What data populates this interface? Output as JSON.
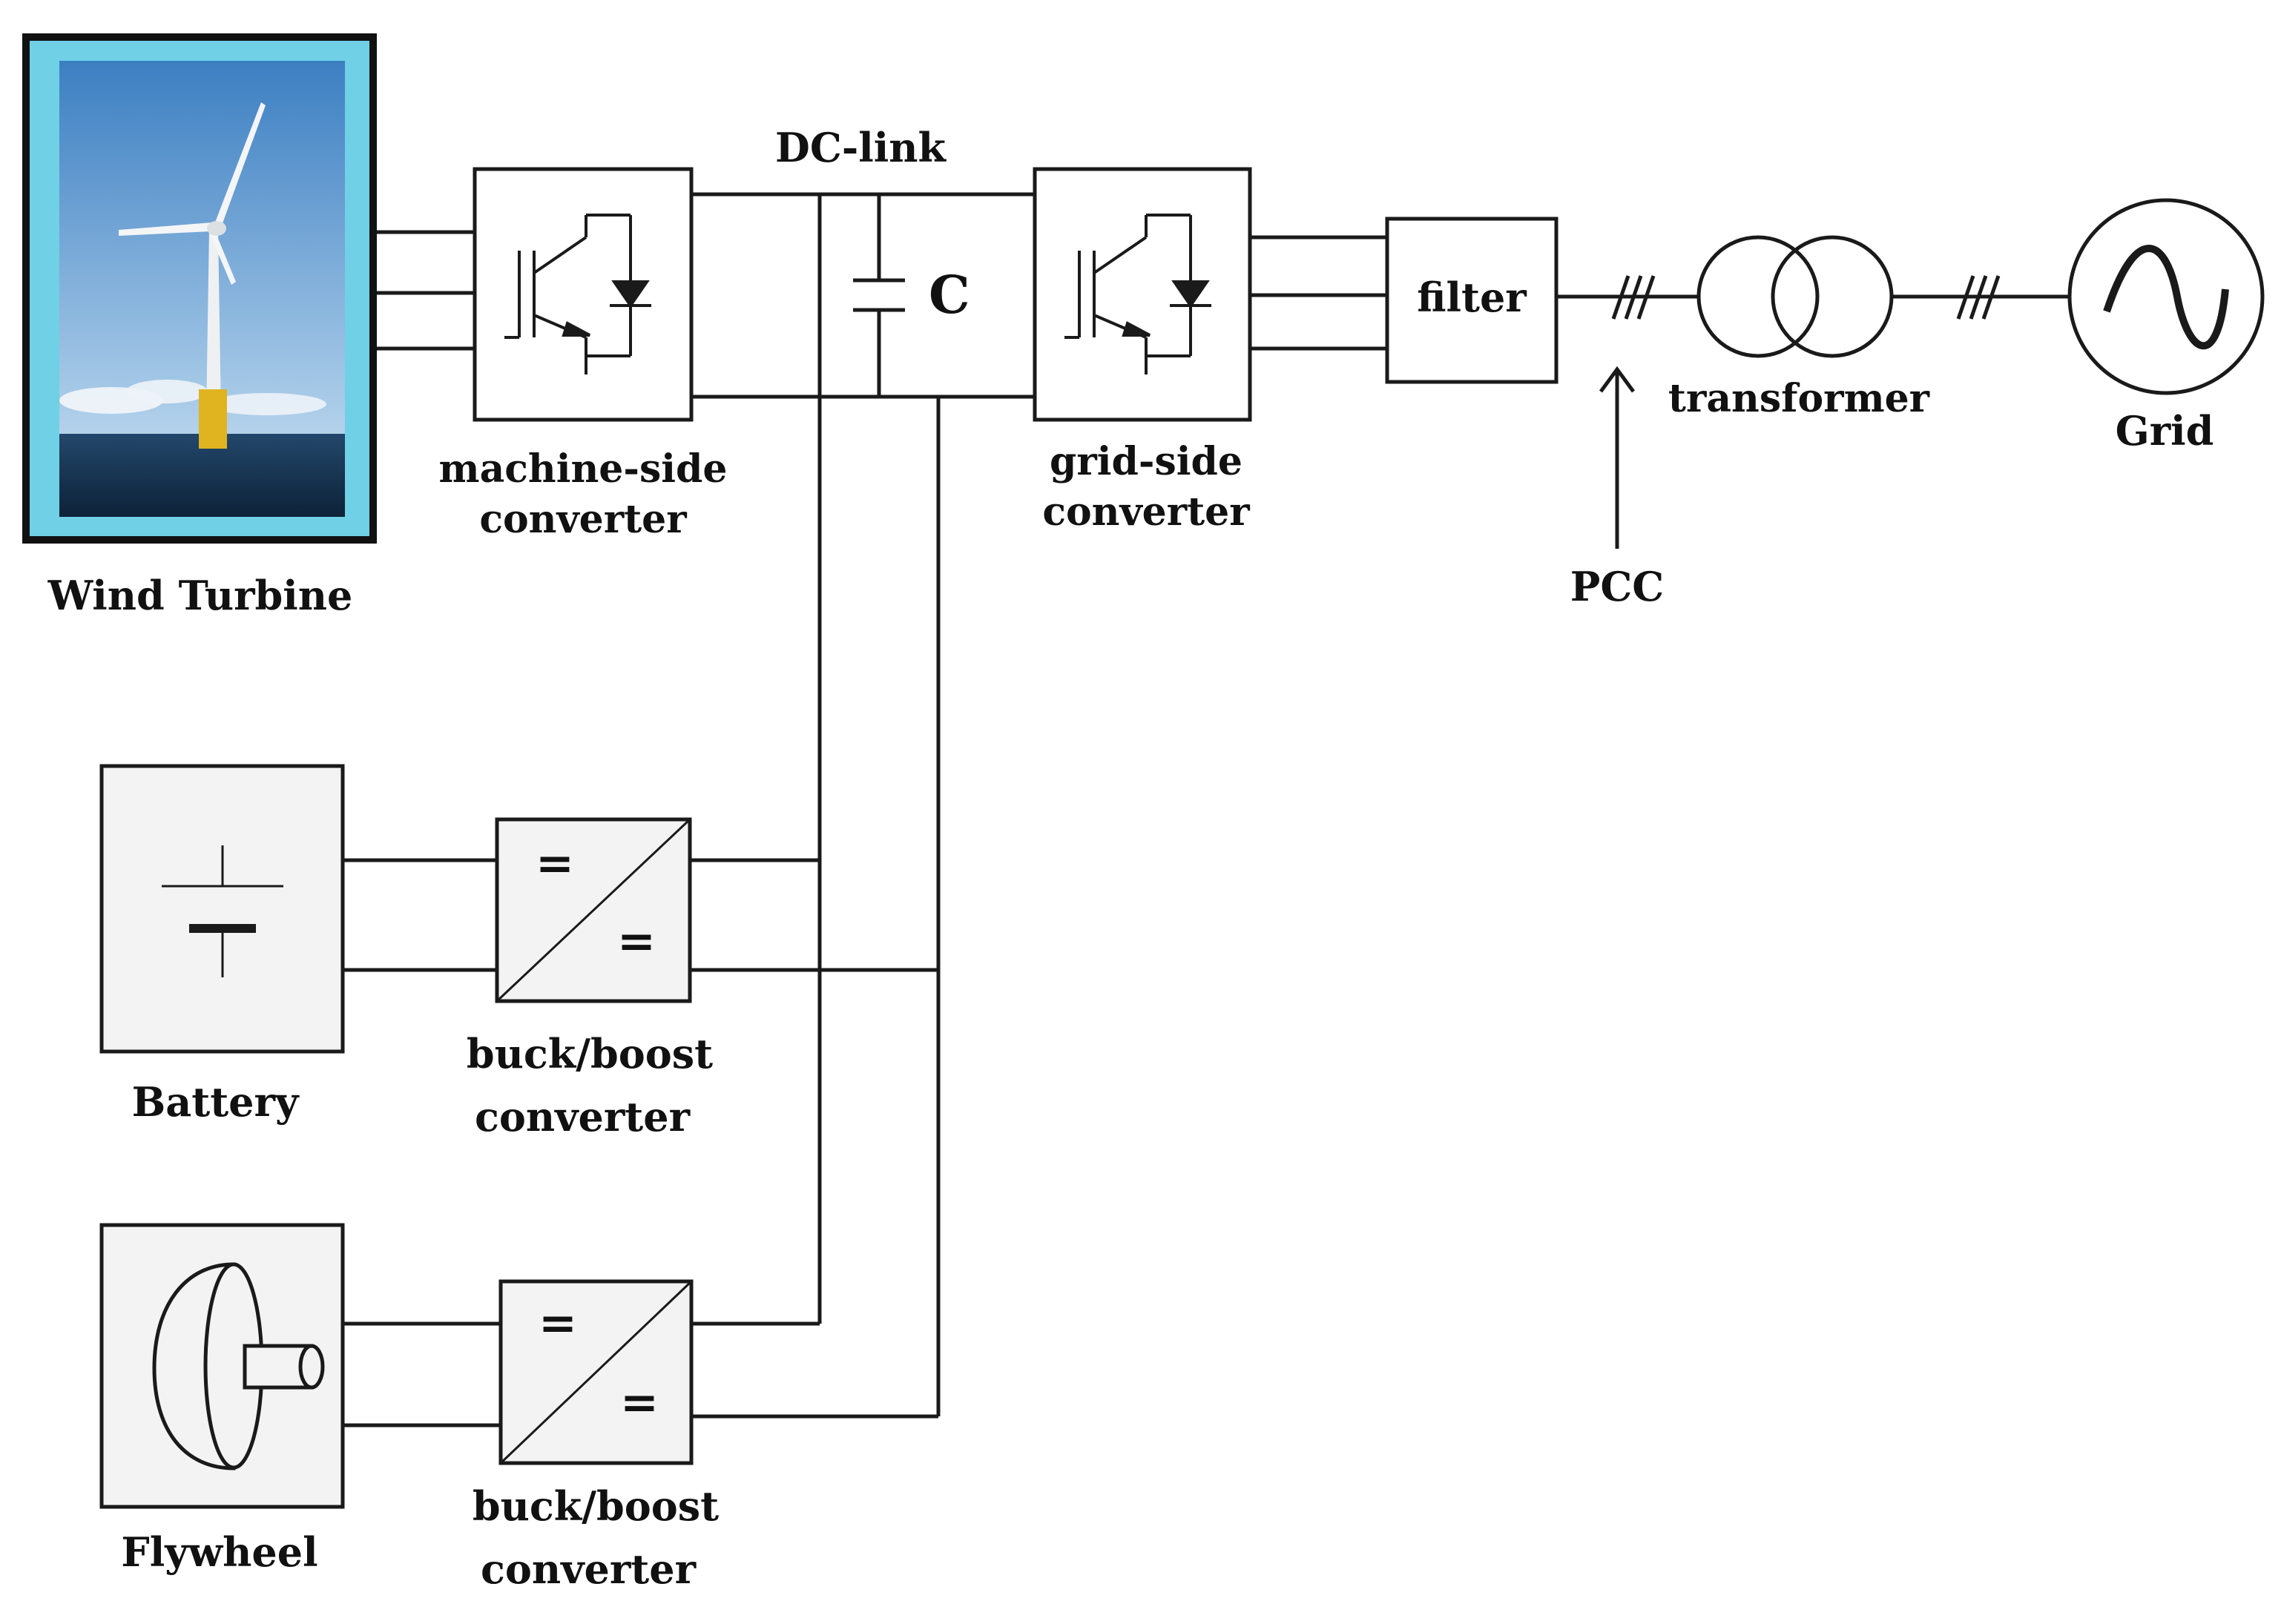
{
  "labels": {
    "wind_turbine": "Wind Turbine",
    "machine_side_1": "machine-side",
    "machine_side_2": "converter",
    "dc_link": "DC-link",
    "capacitor": "C",
    "grid_side_1": "grid-side",
    "grid_side_2": "converter",
    "filter": "filter",
    "transformer": "transformer",
    "grid": "Grid",
    "pcc": "PCC",
    "battery": "Battery",
    "flywheel": "Flywheel",
    "bb1_line1": "buck/boost",
    "bb1_line2": "converter",
    "bb2_line1": "buck/boost",
    "bb2_line2": "converter",
    "dcdc_eq": "="
  },
  "colors": {
    "frame_cyan": "#6fd0e6",
    "sky_top": "#3c7fc2",
    "sky_bottom": "#a9cbe8",
    "sea": "#16324f",
    "turbine_yellow": "#e0b421",
    "line": "#1a1a1a",
    "box_fill_grey": "#f3f3f3"
  }
}
